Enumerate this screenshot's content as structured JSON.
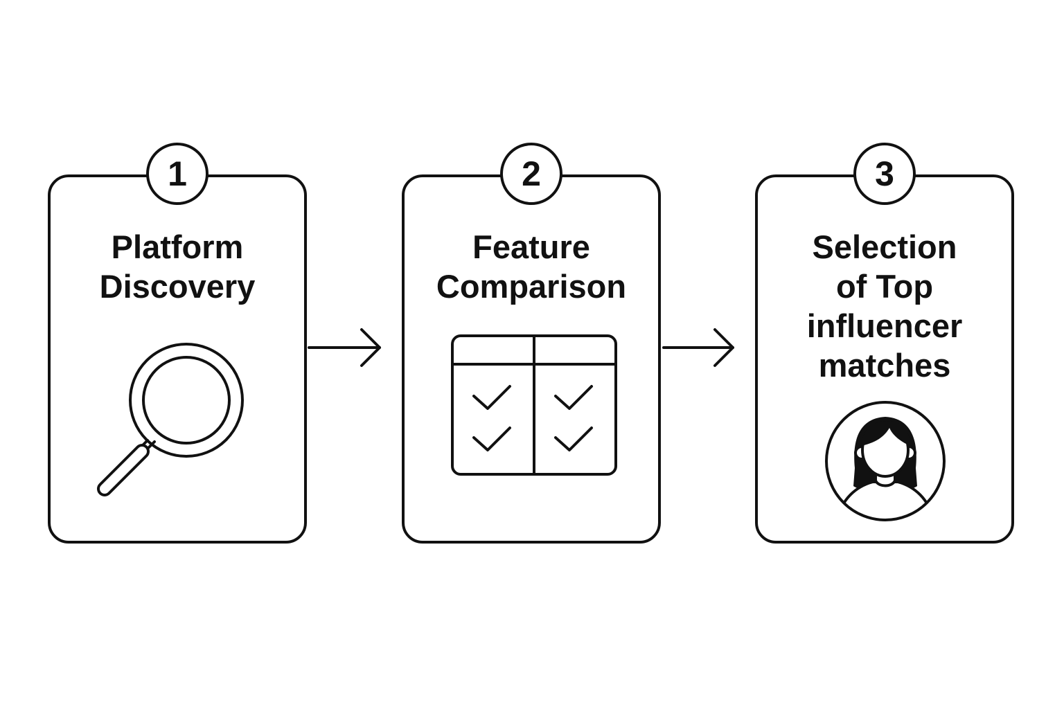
{
  "steps": [
    {
      "number": "1",
      "title_lines": [
        "Platform",
        "Discovery"
      ],
      "icon": "magnifying-glass-icon"
    },
    {
      "number": "2",
      "title_lines": [
        "Feature",
        "Comparison"
      ],
      "icon": "comparison-table-icon"
    },
    {
      "number": "3",
      "title_lines": [
        "Selection",
        "of Top",
        "influencer",
        "matches"
      ],
      "icon": "person-avatar-icon"
    }
  ],
  "colors": {
    "stroke": "#111111",
    "background": "#ffffff"
  }
}
